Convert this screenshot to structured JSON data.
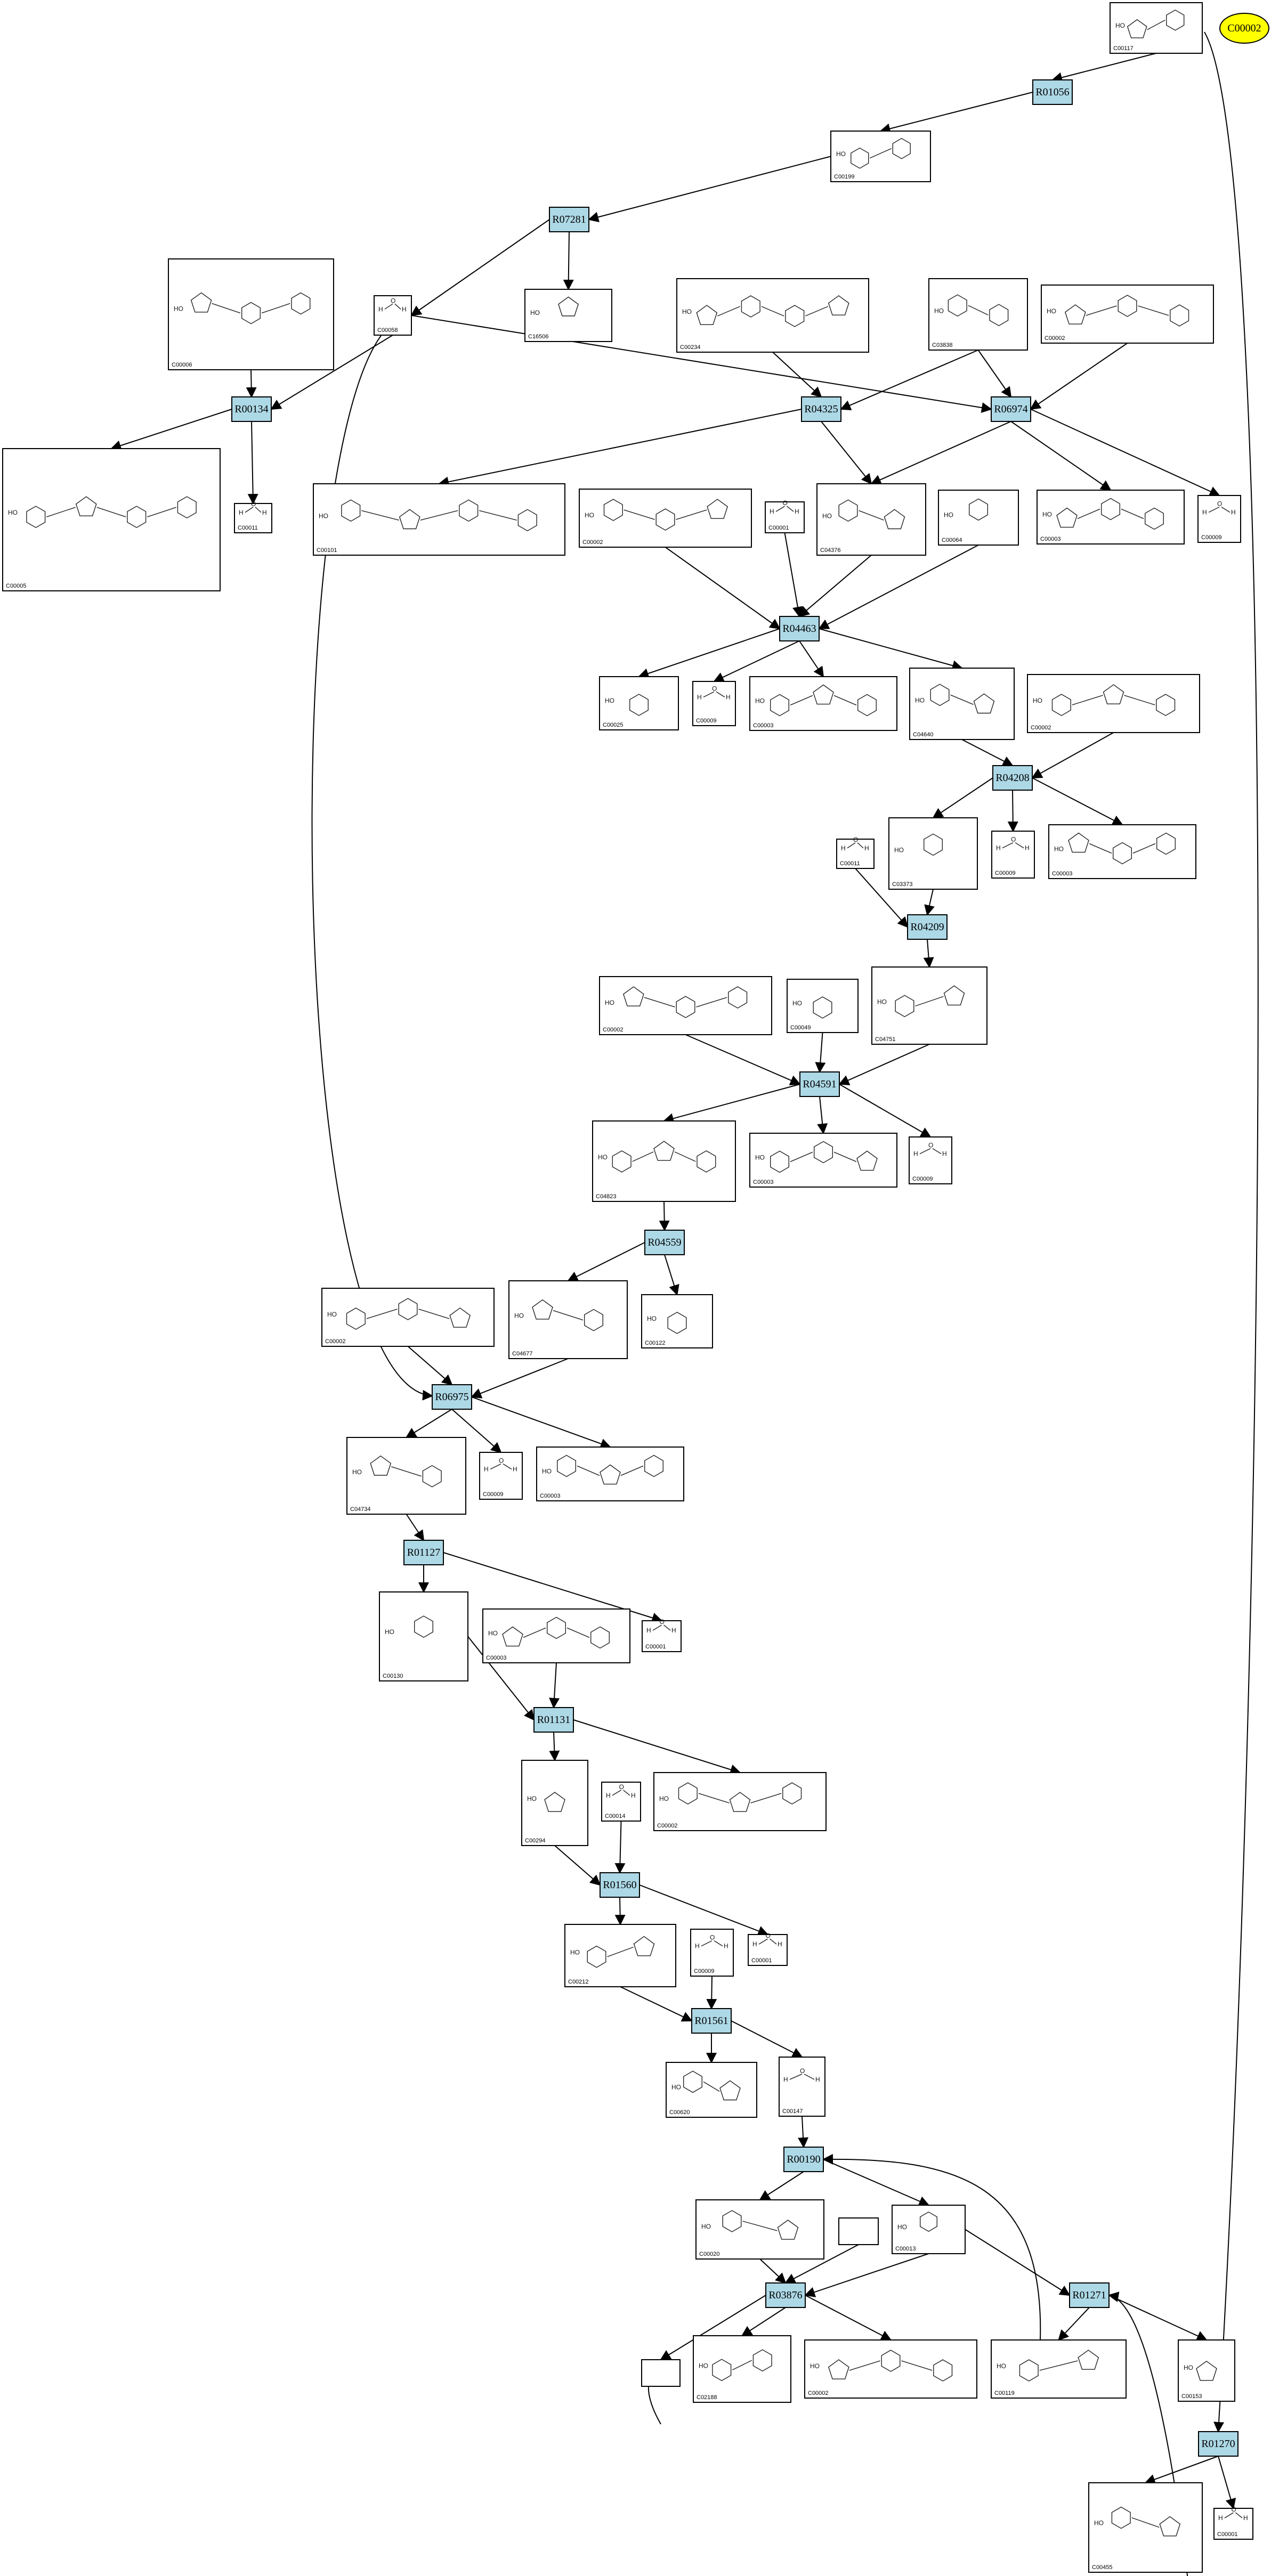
{
  "highlight": {
    "label": "C00002"
  },
  "reactions": [
    {
      "id": "R01056"
    },
    {
      "id": "R07281"
    },
    {
      "id": "R00134"
    },
    {
      "id": "R04325"
    },
    {
      "id": "R06974"
    },
    {
      "id": "R04463"
    },
    {
      "id": "R04208"
    },
    {
      "id": "R04209"
    },
    {
      "id": "R04591"
    },
    {
      "id": "R04559"
    },
    {
      "id": "R06975"
    },
    {
      "id": "R01127"
    },
    {
      "id": "R01131"
    },
    {
      "id": "R01560"
    },
    {
      "id": "R01561"
    },
    {
      "id": "R00190"
    },
    {
      "id": "R03876"
    },
    {
      "id": "R01271"
    },
    {
      "id": "R01270"
    }
  ],
  "compounds": [
    {
      "key": "c00117",
      "cid": "C00117"
    },
    {
      "key": "c00199",
      "cid": "C00199"
    },
    {
      "key": "c00006",
      "cid": "C00006"
    },
    {
      "key": "c00058",
      "cid": "C00058"
    },
    {
      "key": "c16506",
      "cid": "C16506"
    },
    {
      "key": "c00234",
      "cid": "C00234"
    },
    {
      "key": "c03838",
      "cid": "C03838"
    },
    {
      "key": "c00002a",
      "cid": "C00002"
    },
    {
      "key": "c00005",
      "cid": "C00005"
    },
    {
      "key": "c00011a",
      "cid": "C00011"
    },
    {
      "key": "c00101",
      "cid": "C00101"
    },
    {
      "key": "c00002b",
      "cid": "C00002"
    },
    {
      "key": "c00001a",
      "cid": "C00001"
    },
    {
      "key": "c04376",
      "cid": "C04376"
    },
    {
      "key": "c00064",
      "cid": "C00064"
    },
    {
      "key": "c00003",
      "cid": "C00003"
    },
    {
      "key": "c00009a",
      "cid": "C00009"
    },
    {
      "key": "c00025",
      "cid": "C00025"
    },
    {
      "key": "c00009b",
      "cid": "C00009"
    },
    {
      "key": "c00003b",
      "cid": "C00003"
    },
    {
      "key": "c04640",
      "cid": "C04640"
    },
    {
      "key": "c00002c",
      "cid": "C00002"
    },
    {
      "key": "c00011b",
      "cid": "C00011"
    },
    {
      "key": "c03373",
      "cid": "C03373"
    },
    {
      "key": "c00009c",
      "cid": "C00009"
    },
    {
      "key": "c00003c",
      "cid": "C00003"
    },
    {
      "key": "c00002d",
      "cid": "C00002"
    },
    {
      "key": "c00049",
      "cid": "C00049"
    },
    {
      "key": "c04751",
      "cid": "C04751"
    },
    {
      "key": "c04823",
      "cid": "C04823"
    },
    {
      "key": "c00003d",
      "cid": "C00003"
    },
    {
      "key": "c00009d",
      "cid": "C00009"
    },
    {
      "key": "c00002e",
      "cid": "C00002"
    },
    {
      "key": "c04677",
      "cid": "C04677"
    },
    {
      "key": "c00122",
      "cid": "C00122"
    },
    {
      "key": "c04734",
      "cid": "C04734"
    },
    {
      "key": "c00009e",
      "cid": "C00009"
    },
    {
      "key": "c00003e",
      "cid": "C00003"
    },
    {
      "key": "c00130",
      "cid": "C00130"
    },
    {
      "key": "c00003f",
      "cid": "C00003"
    },
    {
      "key": "c00001b",
      "cid": "C00001"
    },
    {
      "key": "c00294",
      "cid": "C00294"
    },
    {
      "key": "c00014",
      "cid": "C00014"
    },
    {
      "key": "c00002f",
      "cid": "C00002"
    },
    {
      "key": "c00212",
      "cid": "C00212"
    },
    {
      "key": "c00009f",
      "cid": "C00009"
    },
    {
      "key": "c00001c",
      "cid": "C00001"
    },
    {
      "key": "c00620",
      "cid": "C00620"
    },
    {
      "key": "c00147",
      "cid": "C00147"
    },
    {
      "key": "c00020",
      "cid": "C00020"
    },
    {
      "key": "c00013",
      "cid": "C00013"
    },
    {
      "key": "c02188",
      "cid": "C02188"
    },
    {
      "key": "c00002g",
      "cid": "C00002"
    },
    {
      "key": "c00119",
      "cid": "C00119"
    },
    {
      "key": "c00153",
      "cid": "C00153"
    },
    {
      "key": "c00455",
      "cid": "C00455"
    },
    {
      "key": "c00001d",
      "cid": "C00001"
    },
    {
      "key": "blank1",
      "cid": ""
    },
    {
      "key": "blank2",
      "cid": ""
    }
  ]
}
